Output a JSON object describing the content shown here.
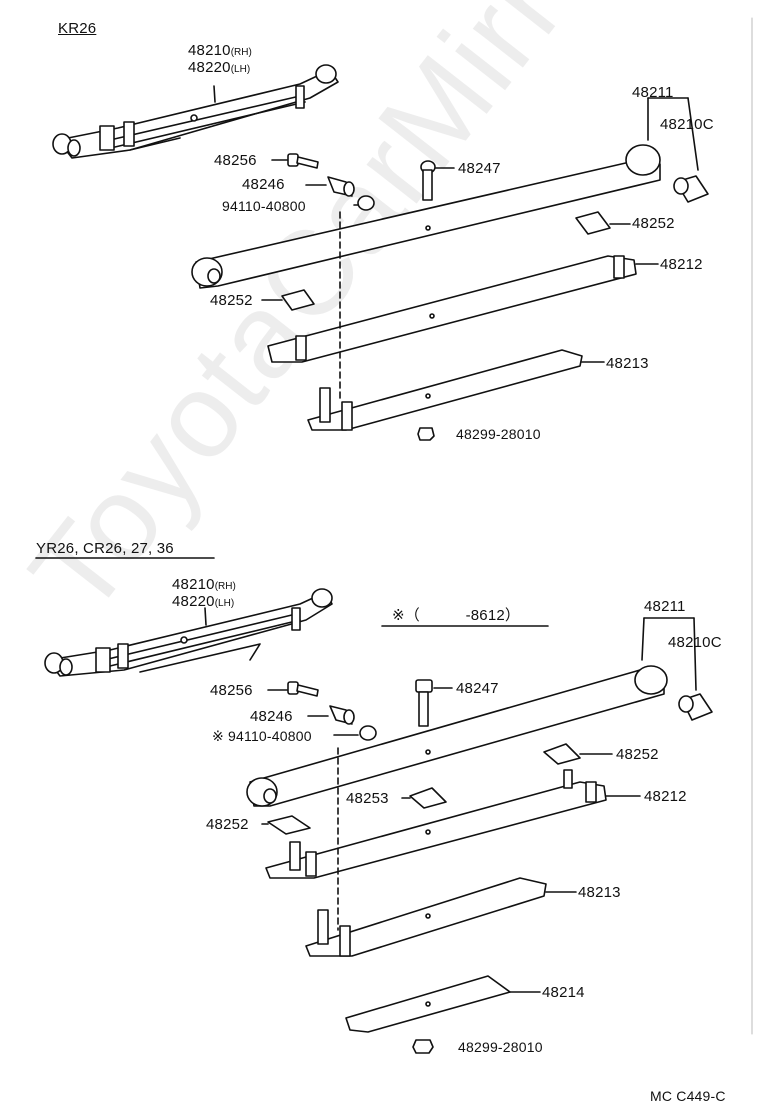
{
  "sections": {
    "top": {
      "title": "KR26"
    },
    "bottom": {
      "title": "YR26, CR26, 27, 36",
      "note": "※（　　　-8612）"
    }
  },
  "parts": {
    "p48210": "48210",
    "p48210_side": "(RH)",
    "p48220": "48220",
    "p48220_side": "(LH)",
    "p48211": "48211",
    "p48210C": "48210C",
    "p48256": "48256",
    "p48246": "48246",
    "p94110": "94110-40800",
    "p94110_marked": "※ 94110-40800",
    "p48247": "48247",
    "p48252": "48252",
    "p48212": "48212",
    "p48213": "48213",
    "p48253": "48253",
    "p48214": "48214",
    "p48299": "48299-28010"
  },
  "figure_code": "MC C449-C",
  "watermark": "ToyotaCarMirror"
}
